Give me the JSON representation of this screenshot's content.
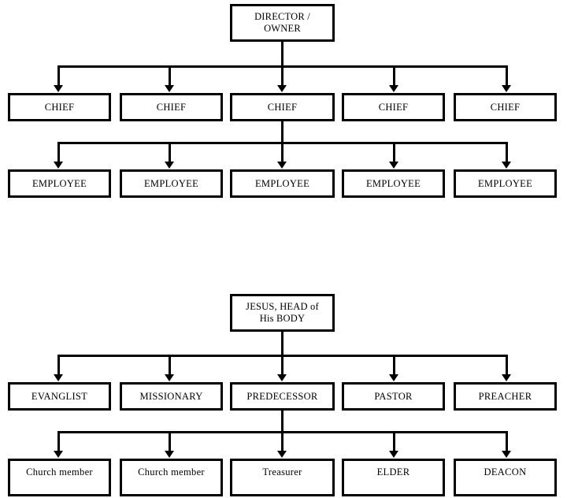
{
  "document": {
    "title": "Organizational Charts Comparison",
    "background_color": "#ffffff",
    "line_color": "#000000"
  },
  "charts": [
    {
      "id": "chart-org",
      "name": "secular-organization-chart",
      "root": {
        "label": "DIRECTOR /\nOWNER",
        "line1": "DIRECTOR /",
        "line2": "OWNER"
      },
      "tier_mid": [
        {
          "label": "CHIEF"
        },
        {
          "label": "CHIEF"
        },
        {
          "label": "CHIEF"
        },
        {
          "label": "CHIEF"
        },
        {
          "label": "CHIEF"
        }
      ],
      "tier_bottom": [
        {
          "label": "EMPLOYEE"
        },
        {
          "label": "EMPLOYEE"
        },
        {
          "label": "EMPLOYEE"
        },
        {
          "label": "EMPLOYEE"
        },
        {
          "label": "EMPLOYEE"
        }
      ]
    },
    {
      "id": "chart-church",
      "name": "church-body-chart",
      "root": {
        "label": "JESUS, HEAD of\nHis BODY",
        "line1": "JESUS, HEAD of",
        "line2": "His BODY"
      },
      "tier_mid": [
        {
          "label": "EVANGLIST"
        },
        {
          "label": "MISSIONARY"
        },
        {
          "label": "PREDECESSOR"
        },
        {
          "label": "PASTOR"
        },
        {
          "label": "PREACHER"
        }
      ],
      "tier_bottom": [
        {
          "label": "Church member"
        },
        {
          "label": "Church member"
        },
        {
          "label": "Treasurer"
        },
        {
          "label": "ELDER"
        },
        {
          "label": "DEACON"
        }
      ]
    }
  ]
}
